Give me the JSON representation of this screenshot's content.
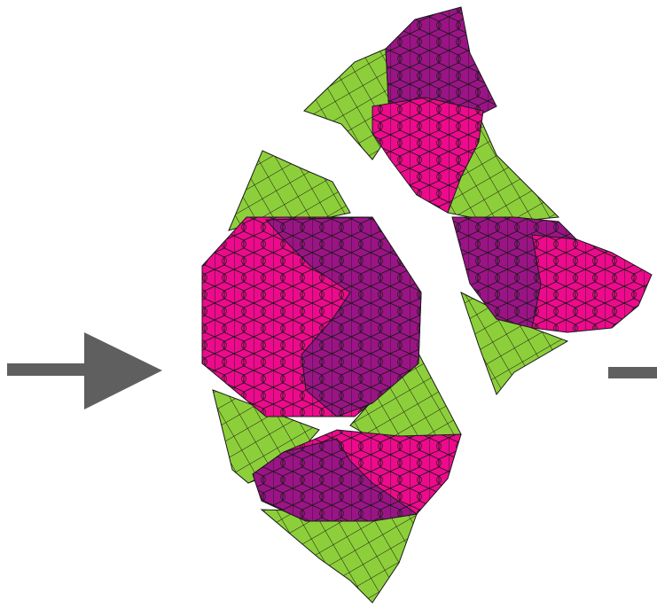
{
  "colors": {
    "background": "#ffffff",
    "arrow": "#5f5f5f",
    "tile_green": "#8dcf3a",
    "tile_magenta": "#ee0a8c",
    "tile_purple": "#9b1486",
    "tile_outline": "#1a1a1a"
  },
  "figure": {
    "description_icon_names": [
      "right-arrow-icon",
      "partial-arrow-icon"
    ],
    "regions": [
      {
        "name": "lower-cluster",
        "tiles": [
          "green",
          "magenta",
          "purple"
        ]
      },
      {
        "name": "upper-cluster",
        "tiles": [
          "green",
          "magenta",
          "purple"
        ]
      }
    ]
  }
}
